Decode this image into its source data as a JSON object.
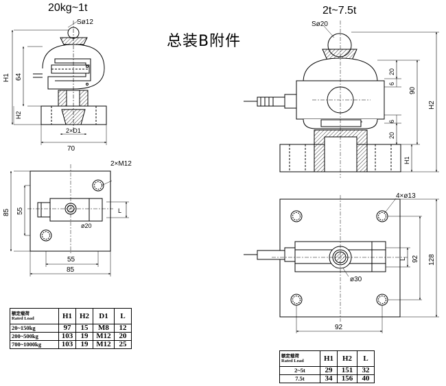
{
  "heading": {
    "left_title": "20kg~1t",
    "right_title": "2t~7.5t",
    "main_title": "总装B附件"
  },
  "left_front_view": {
    "dims": {
      "ball_dia": "Sø12",
      "h1": "H1",
      "h64": "64",
      "h2": "H2",
      "d1": "2×D1",
      "width": "70"
    }
  },
  "left_top_view": {
    "dims": {
      "holes": "2×M12",
      "h85": "85",
      "h55": "55",
      "dia": "ø20",
      "l": "L",
      "w55": "55",
      "w85": "85"
    }
  },
  "right_front_view": {
    "dims": {
      "ball_dia": "Sø20",
      "d20a": "20",
      "d6a": "6",
      "h90": "90",
      "d6b": "6",
      "d20b": "20",
      "h1": "H1",
      "h2": "H2"
    }
  },
  "right_top_view": {
    "dims": {
      "holes": "4×ø13",
      "h92": "92",
      "l": "L",
      "h128": "128",
      "dia": "ø30",
      "w92": "92"
    }
  },
  "table_small": {
    "header_label_cn": "额定载荷",
    "header_label_en": "Rated Load",
    "columns": [
      "H1",
      "H2",
      "D1",
      "L"
    ],
    "rows": [
      {
        "load": "20~150kg",
        "cells": [
          "97",
          "15",
          "M8",
          "12"
        ]
      },
      {
        "load": "200~500kg",
        "cells": [
          "103",
          "19",
          "M12",
          "20"
        ]
      },
      {
        "load": "700~1000kg",
        "cells": [
          "103",
          "19",
          "M12",
          "25"
        ]
      }
    ]
  },
  "table_large": {
    "header_label_cn": "额定载荷",
    "header_label_en": "Rated Load",
    "columns": [
      "H1",
      "H2",
      "L"
    ],
    "rows": [
      {
        "load": "2~5t",
        "cells": [
          "29",
          "151",
          "32"
        ]
      },
      {
        "load": "7.5t",
        "cells": [
          "34",
          "156",
          "40"
        ]
      }
    ]
  }
}
